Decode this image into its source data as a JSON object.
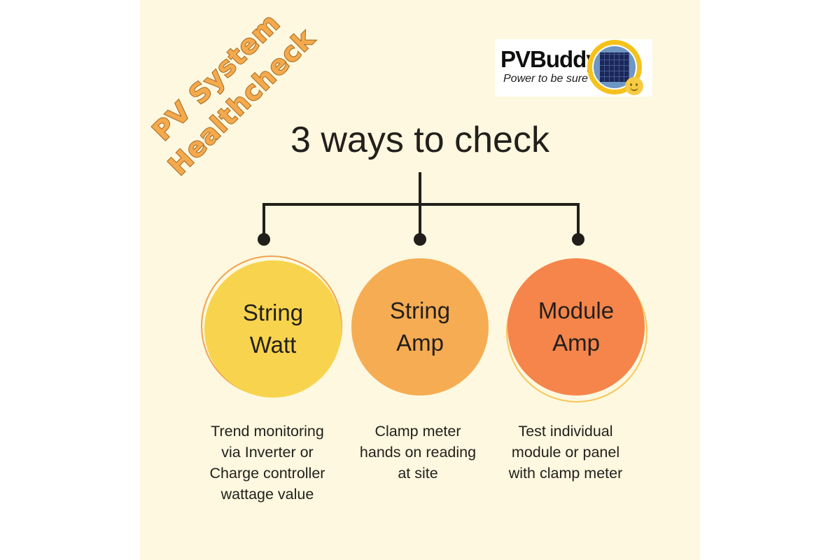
{
  "poster": {
    "rotated_title": "PV System\nHealthcheck"
  },
  "logo": {
    "name": "PVBuddy",
    "tagline": "Power to be sure"
  },
  "heading": "3 ways to check",
  "methods": [
    {
      "label": "String\nWatt",
      "description": "Trend monitoring\nvia Inverter or\nCharge controller\nwattage value",
      "circle_color": "#F8D44E",
      "ring_color": "#F0A24E"
    },
    {
      "label": "String\nAmp",
      "description": "Clamp meter\nhands on reading\nat site",
      "circle_color": "#F6AC53",
      "ring_color": null
    },
    {
      "label": "Module\nAmp",
      "description": "Test individual\nmodule or panel\nwith clamp meter",
      "circle_color": "#F5854A",
      "ring_color": "#F8C558"
    }
  ],
  "colors": {
    "canvas_background": "#FDF8DF",
    "side_margins": "#FFFFFF",
    "connector": "#211E1B",
    "text": "#221F1C",
    "title_fill": "#F4A94C",
    "title_outline": "#A4681F",
    "logo_ring": "#F5C21B",
    "logo_inner_circle": "#6E96C4",
    "logo_panel": "#1B2759",
    "smiley": "#F6CB45"
  },
  "icons": {
    "solar_panel": "solar-panel-icon",
    "smiley": "smiley-icon"
  }
}
